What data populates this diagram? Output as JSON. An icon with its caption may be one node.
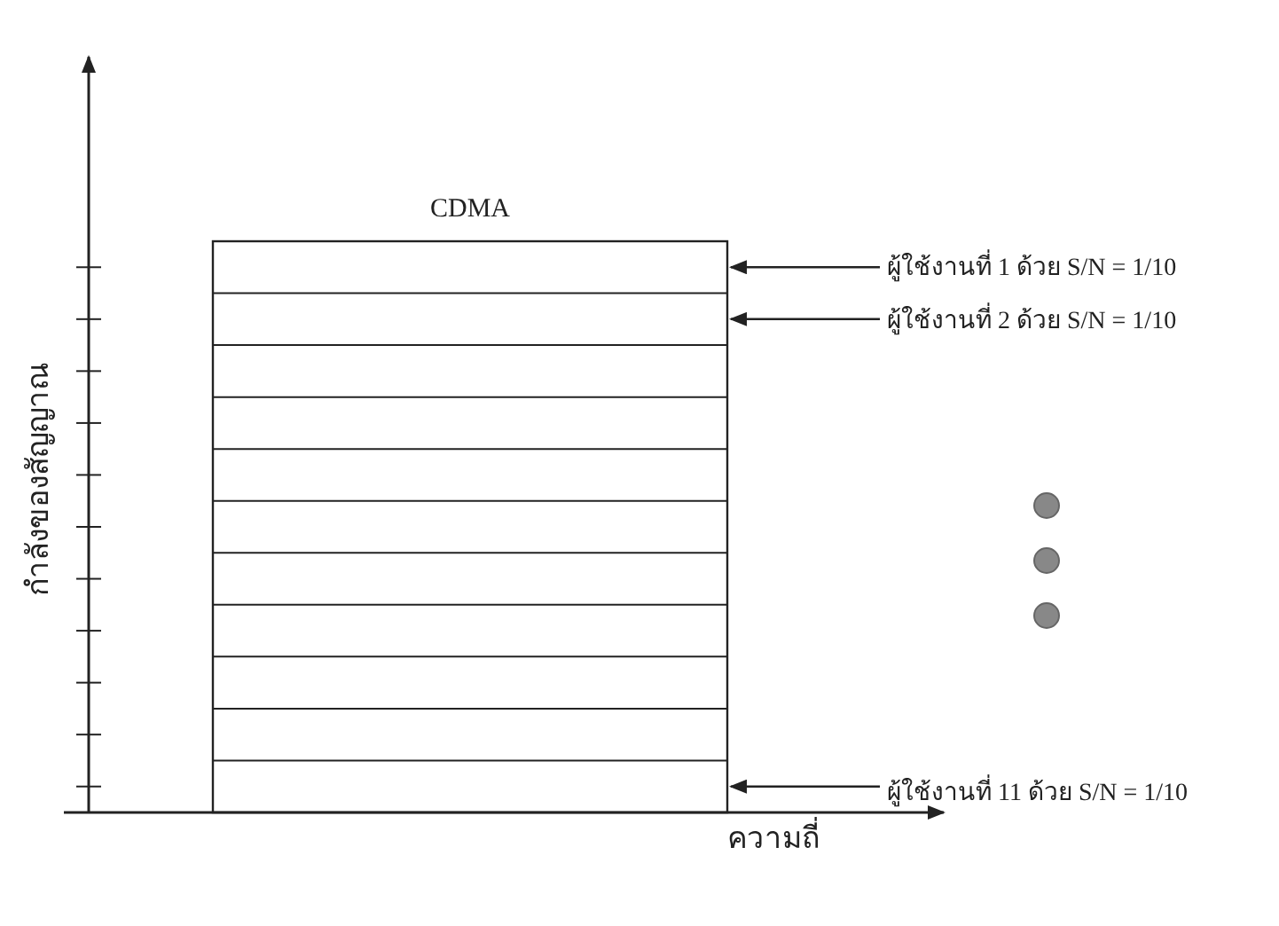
{
  "diagram": {
    "nodes": [
      {
        "text": [
          "CDMA"
        ]
      },
      {
        "text": [
          "ผู้ใช้งานที่ 1 ด้วย S/N = 1/10"
        ]
      },
      {
        "text": [
          "ผู้ใช้งานที่ 2 ด้วย S/N = 1/10"
        ]
      },
      {
        "text": [
          "ผู้ใช้งานที่ 11 ด้วย S/N = 1/10"
        ]
      }
    ],
    "edges": [
      {
        "from": 1,
        "to": 0,
        "arrow": "to"
      },
      {
        "from": 2,
        "to": 0,
        "arrow": "to"
      },
      {
        "from": 3,
        "to": 0,
        "arrow": "to"
      }
    ],
    "labels": [
      "กำลังของสัญญาณ",
      "ความถี่"
    ]
  }
}
